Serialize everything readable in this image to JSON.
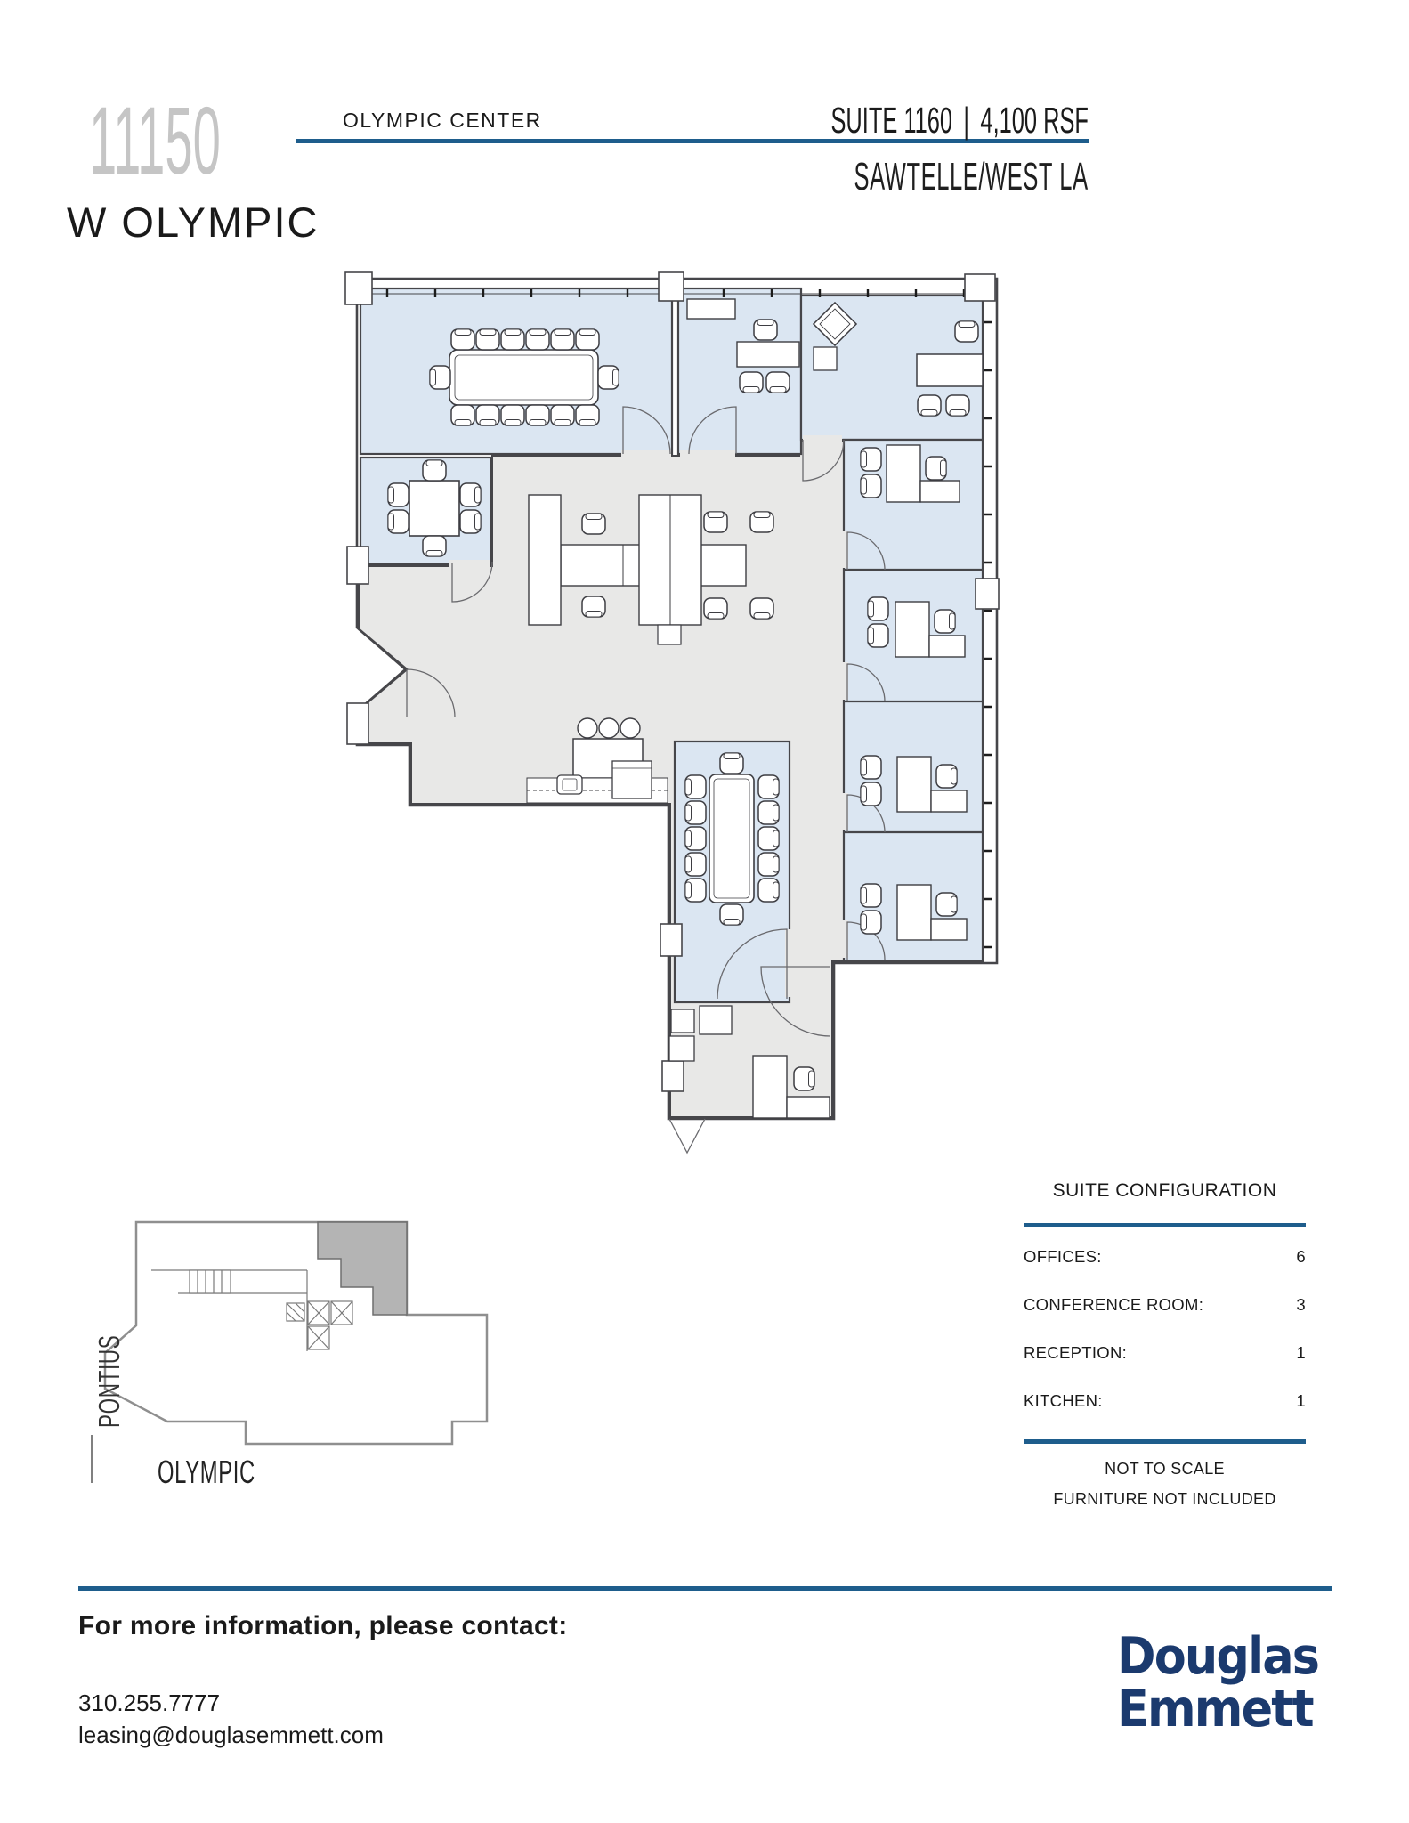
{
  "colors": {
    "accent_blue": "#1e5d8c",
    "logo_navy": "#1b3a6e",
    "room_blue": "#dbe6f2",
    "floor_gray": "#e8e8e7",
    "wall_gray": "#46464a",
    "keyplan_suite_gray": "#b4b4b4",
    "building_number_gray": "#c5c5c5"
  },
  "header": {
    "building_number": "11150",
    "building_name": "W OLYMPIC",
    "center_name": "OLYMPIC CENTER",
    "suite_label": "SUITE 1160",
    "separator": "|",
    "rsf": "4,100 RSF",
    "submarket": "SAWTELLE/WEST LA"
  },
  "suite_configuration": {
    "title": "SUITE CONFIGURATION",
    "rows": [
      {
        "label": "OFFICES:",
        "value": "6"
      },
      {
        "label": "CONFERENCE ROOM:",
        "value": "3"
      },
      {
        "label": "RECEPTION:",
        "value": "1"
      },
      {
        "label": "KITCHEN:",
        "value": "1"
      }
    ],
    "notes": [
      "NOT TO SCALE",
      "FURNITURE NOT INCLUDED"
    ]
  },
  "key_plan": {
    "street_left": "PONTIUS",
    "street_bottom": "OLYMPIC"
  },
  "footer": {
    "heading": "For more information, please contact:",
    "phone": "310.255.7777",
    "email": "leasing@douglasemmett.com",
    "logo_line1": "Douglas",
    "logo_line2": "Emmett"
  }
}
